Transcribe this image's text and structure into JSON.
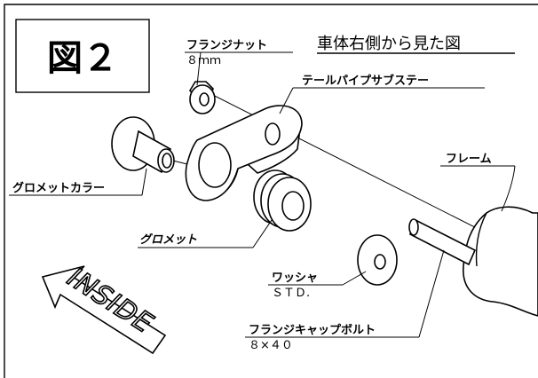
{
  "figure": {
    "number_label": "図２",
    "view_heading": "車体右側から見た図"
  },
  "labels": {
    "flange_nut": "フランジナット",
    "flange_nut_size": "８ｍｍ",
    "tailpipe_stay": "テールパイプサブステー",
    "frame": "フレーム",
    "grommet_collar": "グロメットカラー",
    "grommet": "グロメット",
    "washer": "ワッシャ",
    "washer_spec": "ＳＴＤ.",
    "flange_bolt": "フランジキャップボルト",
    "flange_bolt_size": "８×４０"
  },
  "direction_arrow": {
    "text": "INSIDE"
  }
}
